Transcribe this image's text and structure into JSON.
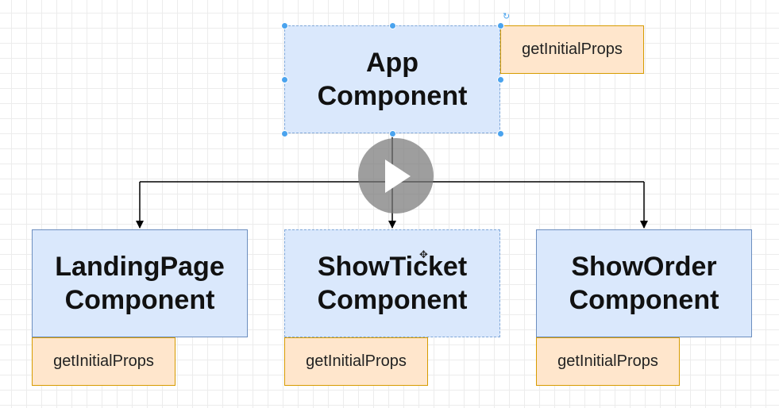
{
  "diagram": {
    "app": {
      "line1": "App",
      "line2": "Component",
      "method": "getInitialProps"
    },
    "children": [
      {
        "line1": "LandingPage",
        "line2": "Component",
        "method": "getInitialProps"
      },
      {
        "line1": "ShowTicket",
        "line2": "Component",
        "method": "getInitialProps"
      },
      {
        "line1": "ShowOrder",
        "line2": "Component",
        "method": "getInitialProps"
      }
    ]
  },
  "colors": {
    "component_fill": "#dae8fc",
    "component_border": "#6c8ebf",
    "method_fill": "#ffe6cc",
    "method_border": "#d79b00",
    "selection": "#4aa3ee",
    "connector": "#000000"
  },
  "icons": {
    "play": "play-icon",
    "rotate": "rotate-handle-icon",
    "move": "move-cursor-icon"
  }
}
